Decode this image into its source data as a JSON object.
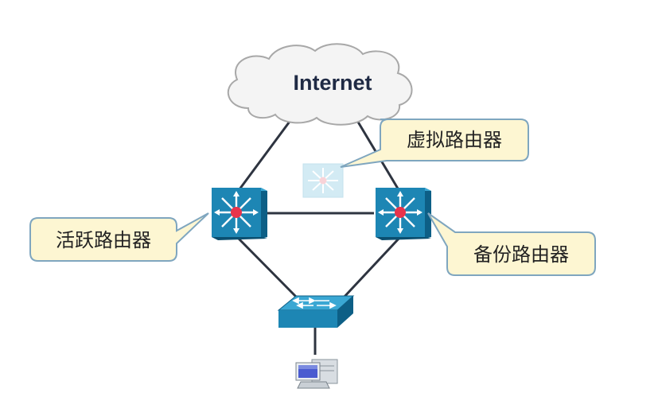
{
  "cloud": {
    "label": "Internet"
  },
  "callouts": {
    "virtual": "虚拟路由器",
    "active": "活跃路由器",
    "backup": "备份路由器"
  },
  "colors": {
    "link": "#2e3440",
    "device_blue": "#1d86b4",
    "device_dark": "#0d5f86",
    "arrow_white": "#ffffff",
    "router_core": "#e8344c",
    "callout_fill": "#fdf6d2",
    "callout_border": "#7fa6bf",
    "cloud_fill": "#f4f4f4",
    "cloud_border": "#a8a8a8"
  },
  "icons": {
    "cloud": "internet-cloud-icon",
    "active_router": "layer3-switch-router-icon",
    "backup_router": "layer3-switch-router-icon",
    "virtual_router": "virtual-router-icon",
    "switch": "workgroup-switch-icon",
    "host": "workstation-pc-icon"
  }
}
